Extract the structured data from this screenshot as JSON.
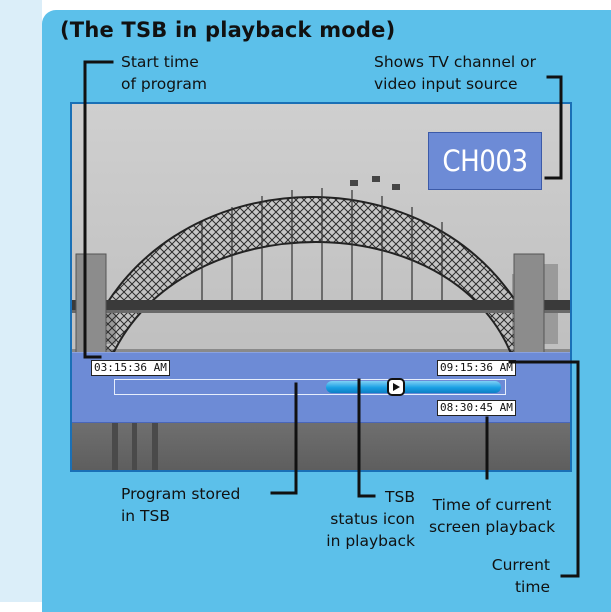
{
  "title": "(The TSB in playback mode)",
  "callouts": {
    "start_time": [
      "Start time",
      "of program"
    ],
    "channel_source": [
      "Shows TV channel or",
      "video input source"
    ],
    "program_stored": [
      "Program stored",
      "in TSB"
    ],
    "tsb_status": [
      "TSB",
      "status icon",
      "in playback"
    ],
    "playback_time": [
      "Time of current",
      "screen playback"
    ],
    "current_time": [
      "Current",
      "time"
    ]
  },
  "screen": {
    "channel": "CH003",
    "start_time": "03:15:36 AM",
    "current_time": "09:15:36 AM",
    "playback_time": "08:30:45 AM"
  },
  "tsb": {
    "stored_fraction_start": 0.54,
    "stored_fraction_end": 1.0,
    "playback_fraction": 0.72
  },
  "colors": {
    "panel": "#5cc0ea",
    "left_band": "#dbeef9",
    "overlay": "#6d8bd6",
    "stored_bar": "#1aa0e4"
  },
  "icons": {
    "status": "play-icon"
  }
}
